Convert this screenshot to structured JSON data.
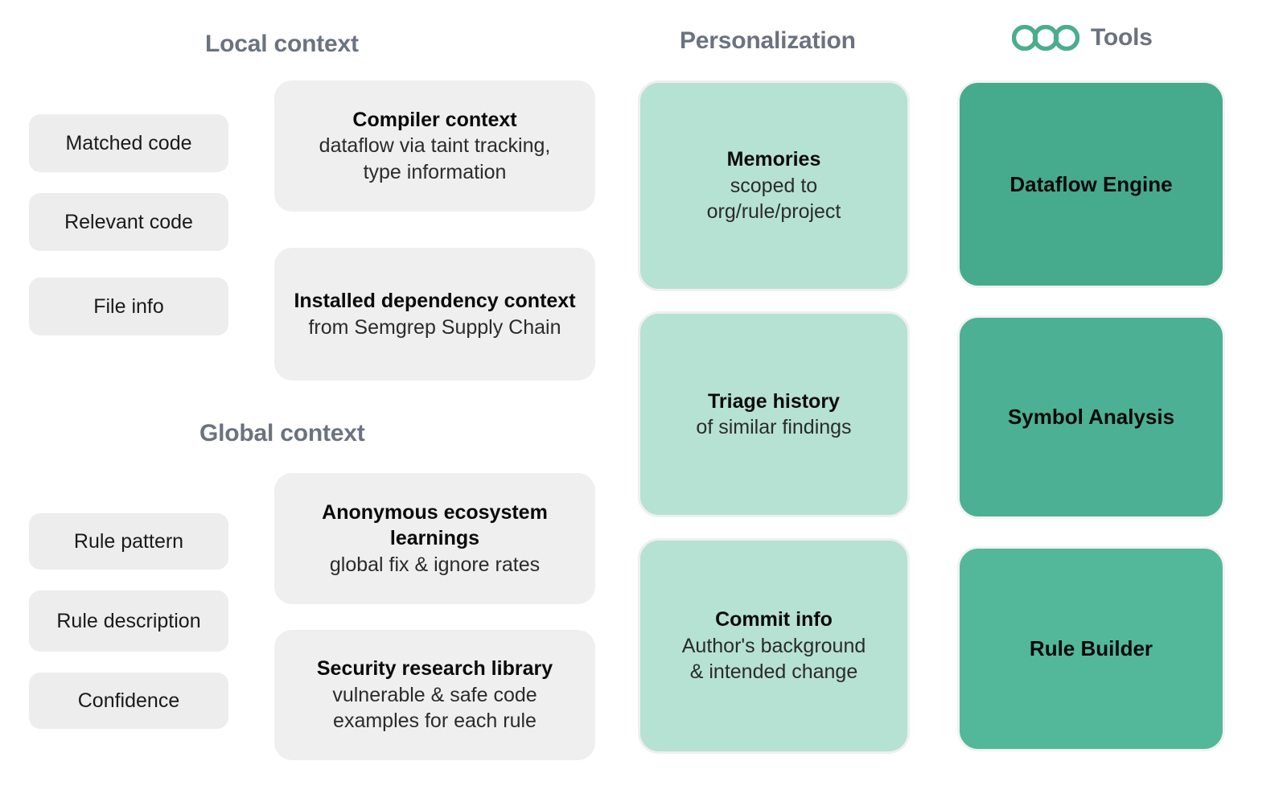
{
  "columns": {
    "local_context": {
      "heading": "Local context",
      "pills": [
        {
          "label": "Matched code"
        },
        {
          "label": "Relevant code"
        },
        {
          "label": "File info"
        }
      ],
      "cards": [
        {
          "title": "Compiler context",
          "subtitle": "dataflow via taint tracking,\ntype information"
        },
        {
          "title": "Installed dependency context",
          "subtitle": "from Semgrep Supply Chain"
        }
      ]
    },
    "global_context": {
      "heading": "Global context",
      "pills": [
        {
          "label": "Rule pattern"
        },
        {
          "label": "Rule description"
        },
        {
          "label": "Confidence"
        }
      ],
      "cards": [
        {
          "title": "Anonymous ecosystem learnings",
          "subtitle": "global fix & ignore rates"
        },
        {
          "title": "Security research library",
          "subtitle": "vulnerable & safe code\nexamples for each rule"
        }
      ]
    },
    "personalization": {
      "heading": "Personalization",
      "cards": [
        {
          "title": "Memories",
          "subtitle": "scoped to\norg/rule/project"
        },
        {
          "title": "Triage history",
          "subtitle": "of similar findings"
        },
        {
          "title": "Commit info",
          "subtitle": "Author's background\n& intended change"
        }
      ]
    },
    "tools": {
      "heading": "Tools",
      "logo_icon": "semgrep-logo-icon",
      "cards": [
        {
          "label": "Dataflow Engine"
        },
        {
          "label": "Symbol Analysis"
        },
        {
          "label": "Rule Builder"
        }
      ]
    }
  },
  "colors": {
    "heading": "#6b7280",
    "pill_bg": "#ededed",
    "context_card_bg": "#efefef",
    "personalization_card_bg": "#b6e2d3",
    "tool_card_dark": "#45ab8c",
    "tool_card_mid": "#4cb094",
    "tool_card_light": "#52b899",
    "logo_green": "#4aae8c",
    "card_border": "#efefef"
  }
}
